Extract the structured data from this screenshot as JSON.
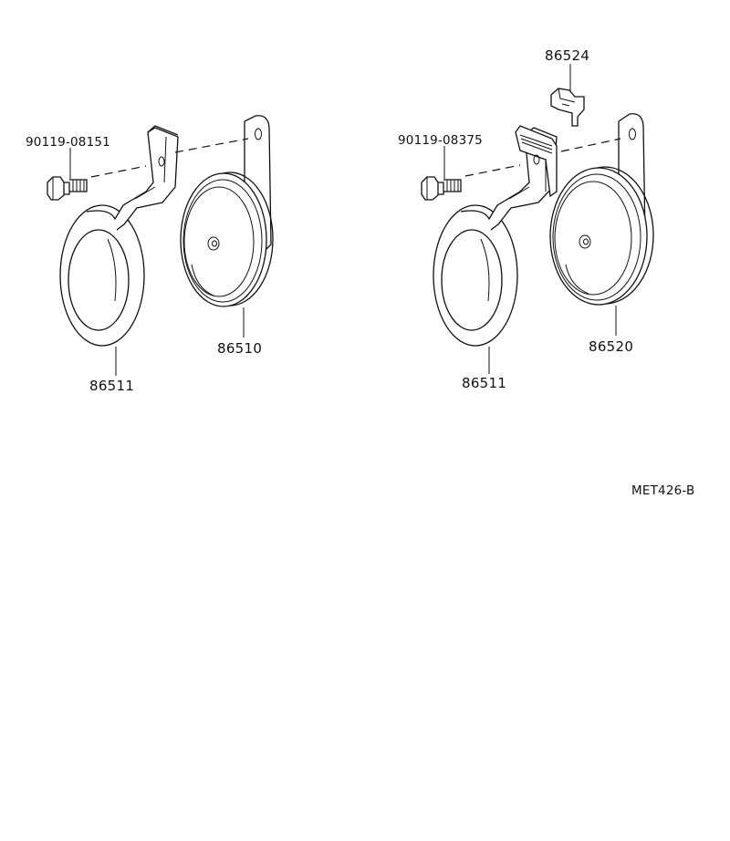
{
  "labels": {
    "left_bolt": "90119-08151",
    "left_horn_front": "86511",
    "left_horn_back": "86510",
    "right_bolt": "90119-08375",
    "right_clip": "86524",
    "right_horn_front": "86511",
    "right_horn_back": "86520",
    "diagram_code": "MET426-B"
  }
}
